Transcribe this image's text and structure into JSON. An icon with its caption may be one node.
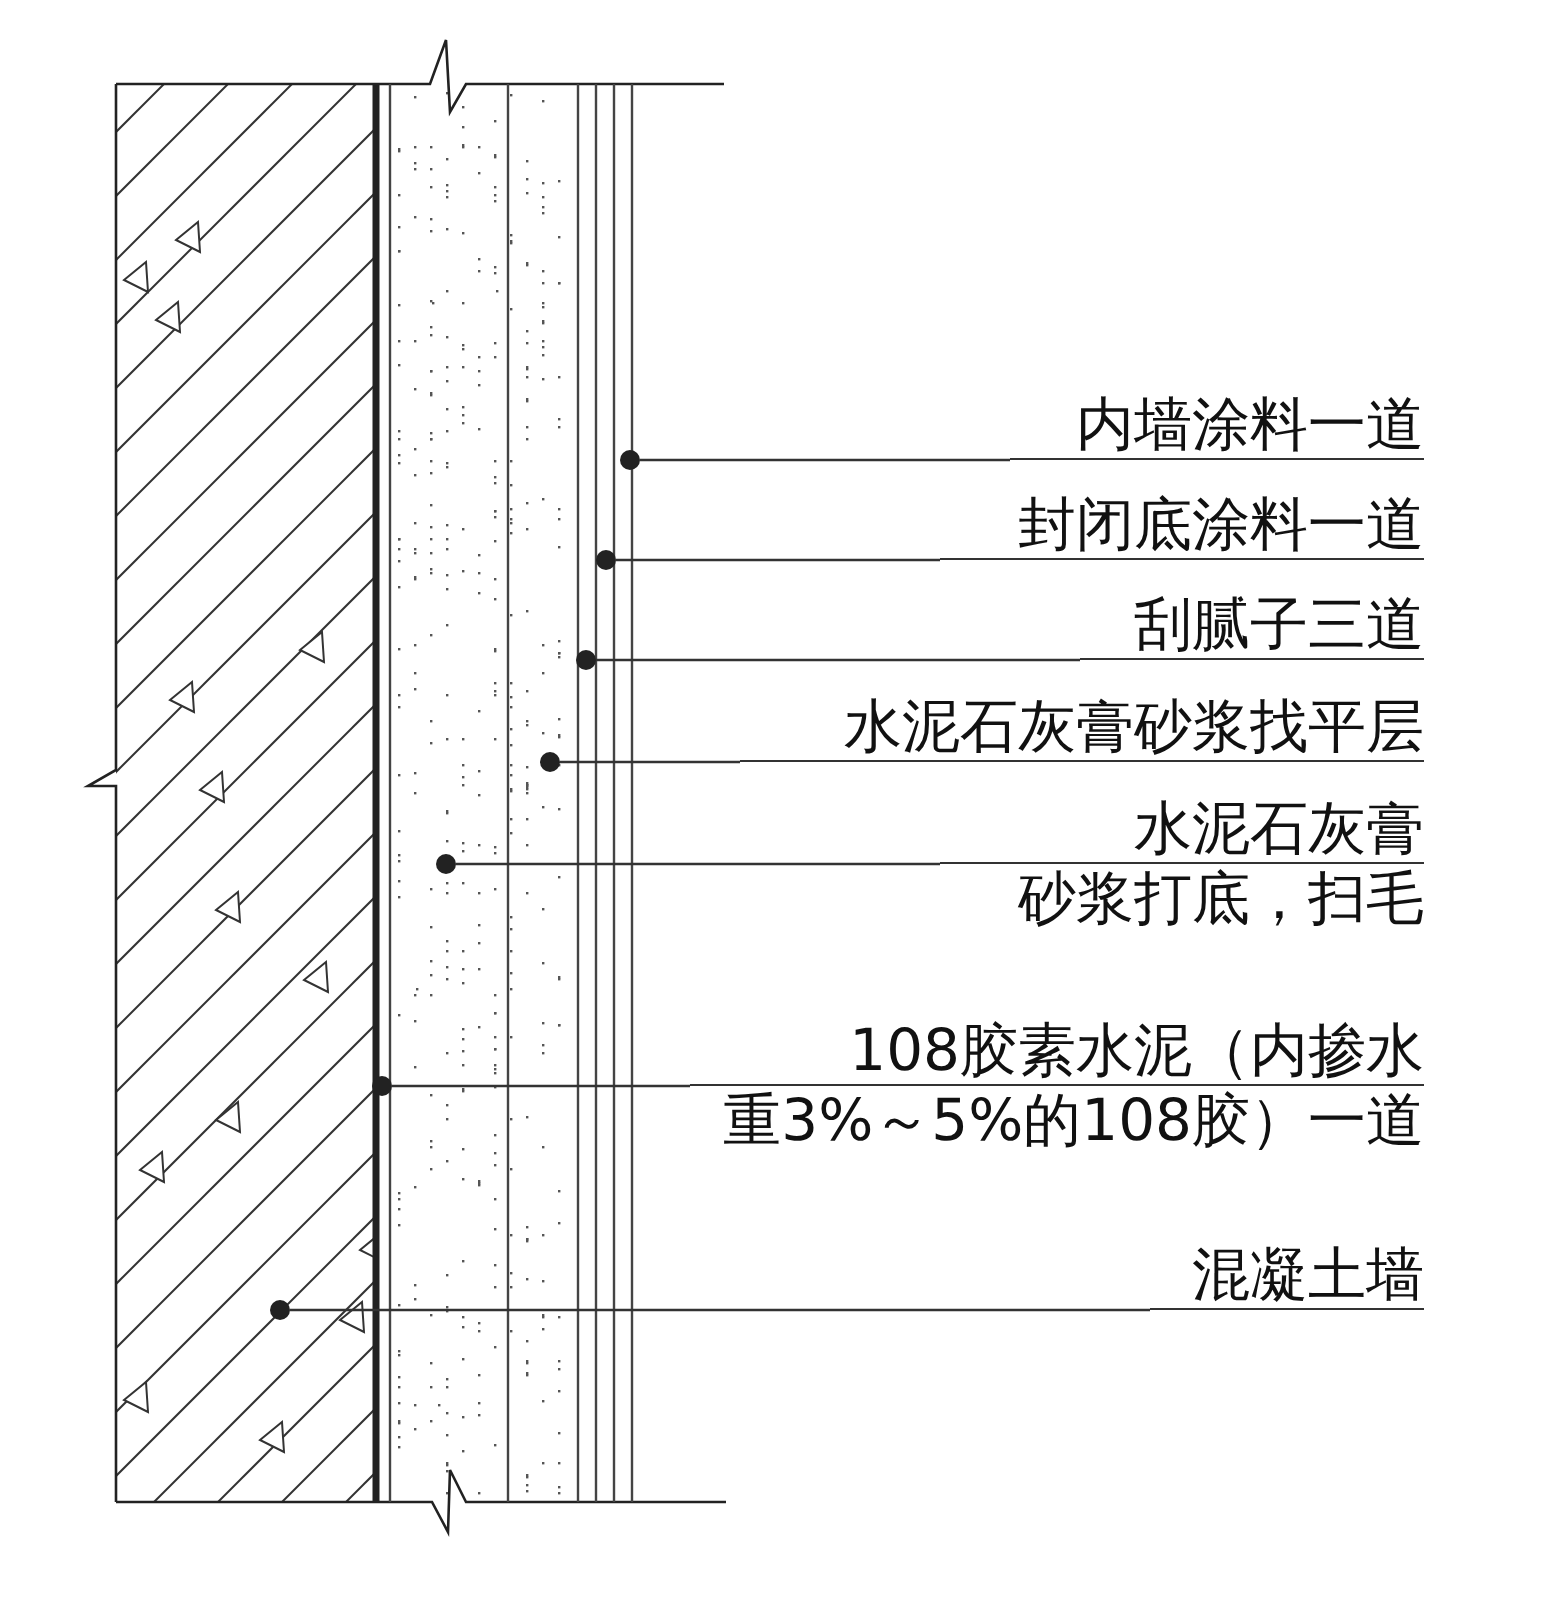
{
  "diagram": {
    "nodes": [
      {
        "text": [
          "内墙涂料一道"
        ]
      },
      {
        "text": [
          "封闭底涂料一道"
        ]
      },
      {
        "text": [
          "刮腻子三道"
        ]
      },
      {
        "text": [
          "水泥石灰膏砂浆找平层"
        ]
      },
      {
        "text": [
          "水泥石灰膏",
          "砂浆打底，扫毛"
        ]
      },
      {
        "text": [
          "108胶素水泥（内掺水",
          "重3%～5%的108胶）一道"
        ]
      },
      {
        "text": [
          "混凝土墙"
        ]
      },
      {
        "text": [],
        "shape": "circle"
      },
      {
        "text": [],
        "shape": "circle"
      },
      {
        "text": [],
        "shape": "circle"
      },
      {
        "text": [],
        "shape": "circle"
      },
      {
        "text": [],
        "shape": "circle"
      },
      {
        "text": [],
        "shape": "circle"
      },
      {
        "text": [],
        "shape": "circle"
      }
    ],
    "edges": [
      {
        "from": 0,
        "to": 7,
        "arrow": "none"
      },
      {
        "from": 1,
        "to": 8,
        "arrow": "none"
      },
      {
        "from": 2,
        "to": 9,
        "arrow": "none"
      },
      {
        "from": 3,
        "to": 10,
        "arrow": "none"
      },
      {
        "from": 4,
        "to": 11,
        "arrow": "none"
      },
      {
        "from": 5,
        "to": 12,
        "arrow": "none"
      },
      {
        "from": 6,
        "to": 13,
        "arrow": "none"
      }
    ]
  }
}
